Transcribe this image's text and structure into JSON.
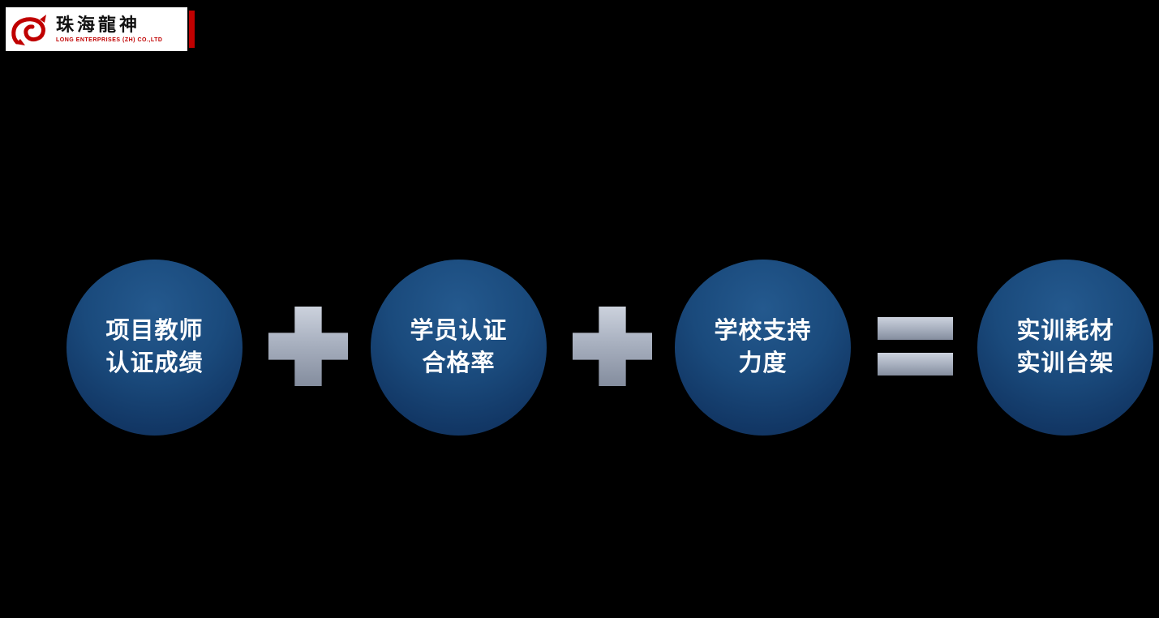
{
  "page": {
    "background_color": "#000000"
  },
  "logo": {
    "name_cn": "珠海龍神",
    "name_en": "LONG ENTERPRISES (ZH) CO.,LTD",
    "brand_red": "#c00000"
  },
  "diagram": {
    "type": "equation-flow",
    "nodes": [
      {
        "line1": "项目教师",
        "line2": "认证成绩"
      },
      {
        "line1": "学员认证",
        "line2": "合格率"
      },
      {
        "line1": "学校支持",
        "line2": "力度"
      },
      {
        "line1": "实训耗材",
        "line2": "实训台架"
      }
    ],
    "operators": [
      {
        "type": "plus",
        "symbol": "+"
      },
      {
        "type": "plus",
        "symbol": "+"
      },
      {
        "type": "equals",
        "symbol": "="
      }
    ],
    "colors": {
      "circle_fill_top": "#1d5084",
      "circle_fill_bottom": "#0f2f58",
      "circle_text": "#ffffff",
      "operator_fill_top": "#ccd2dd",
      "operator_fill_bottom": "#848d9e"
    }
  }
}
